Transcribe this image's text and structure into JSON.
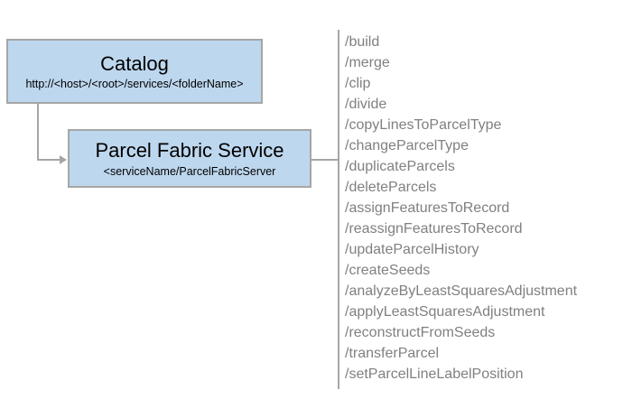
{
  "diagram": {
    "catalog_box": {
      "title": "Catalog",
      "subtitle": "http://<host>/<root>/services/<folderName>"
    },
    "service_box": {
      "title": "Parcel Fabric Service",
      "subtitle": "<serviceName/ParcelFabricServer"
    },
    "endpoints": [
      "/build",
      "/merge",
      "/clip",
      "/divide",
      "/copyLinesToParcelType",
      "/changeParcelType",
      "/duplicateParcels",
      "/deleteParcels",
      "/assignFeaturesToRecord",
      "/reassignFeaturesToRecord",
      "/updateParcelHistory",
      "/createSeeds",
      "/analyzeByLeastSquaresAdjustment",
      "/applyLeastSquaresAdjustment",
      "/reconstructFromSeeds",
      "/transferParcel",
      "/setParcelLineLabelPosition"
    ],
    "colors": {
      "box_fill": "#BDD7EE",
      "box_border": "#A6A6A6",
      "connector": "#A6A6A6",
      "endpoint_text": "#808080",
      "title_text": "#000000"
    }
  }
}
